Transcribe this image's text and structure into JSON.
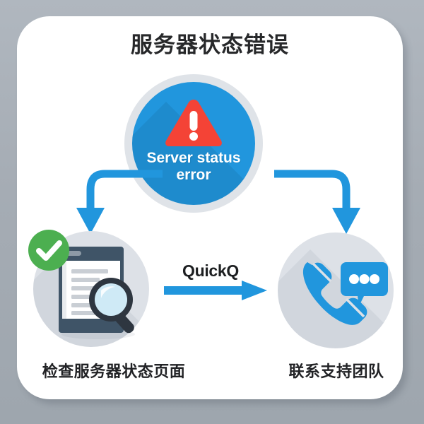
{
  "background": {
    "page_color": "#a7aeb6",
    "card_color": "#ffffff"
  },
  "header": {
    "title": "服务器状态错误"
  },
  "center_badge": {
    "icon": "warning-triangle-icon",
    "ring_color": "#dfe3e8",
    "circle_color": "#2196dd",
    "triangle_color": "#f44336",
    "label_line1": "Server status",
    "label_line2": "error"
  },
  "flow": {
    "arrow_left": "curved-arrow-down-left-icon",
    "arrow_right": "curved-arrow-down-right-icon",
    "middle_arrow": "arrow-right-icon",
    "middle_label": "QuickQ",
    "arrow_color": "#2196dd"
  },
  "nodes": [
    {
      "id": "check-status-page",
      "icon": "document-magnifier-icon",
      "badge_icon": "check-circle-icon",
      "badge_color": "#4caf50",
      "circle_color": "#dde1e7",
      "caption": "检查服务器状态页面"
    },
    {
      "id": "contact-support",
      "icon": "phone-chat-icon",
      "circle_color": "#dde1e7",
      "accent_color": "#2196dd",
      "caption": "联系支持团队"
    }
  ]
}
